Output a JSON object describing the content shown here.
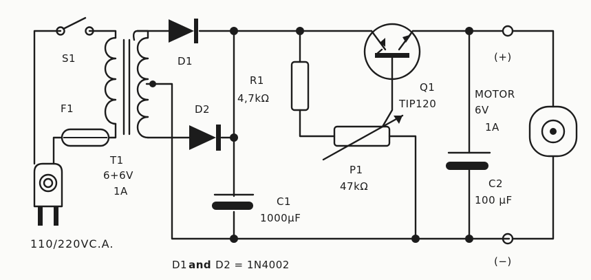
{
  "labels": {
    "s1": "S1",
    "f1": "F1",
    "t1": "T1",
    "t1_voltage": "6+6V",
    "t1_current": "1A",
    "d1": "D1",
    "d2": "D2",
    "r1": "R1",
    "r1_value": "4,7kΩ",
    "q1": "Q1",
    "q1_part": "TIP120",
    "c1": "C1",
    "c1_value": "1000µF",
    "p1": "P1",
    "p1_value": "47kΩ",
    "motor": "MOTOR",
    "motor_voltage": "6V",
    "motor_current": "1A",
    "c2": "C2",
    "c2_value": "100 µF",
    "plus": "(+)",
    "minus": "(−)",
    "mains": "110/220VC.A."
  },
  "note": {
    "d1": "D1",
    "and": "and",
    "rest": "D2 = 1N4002"
  }
}
